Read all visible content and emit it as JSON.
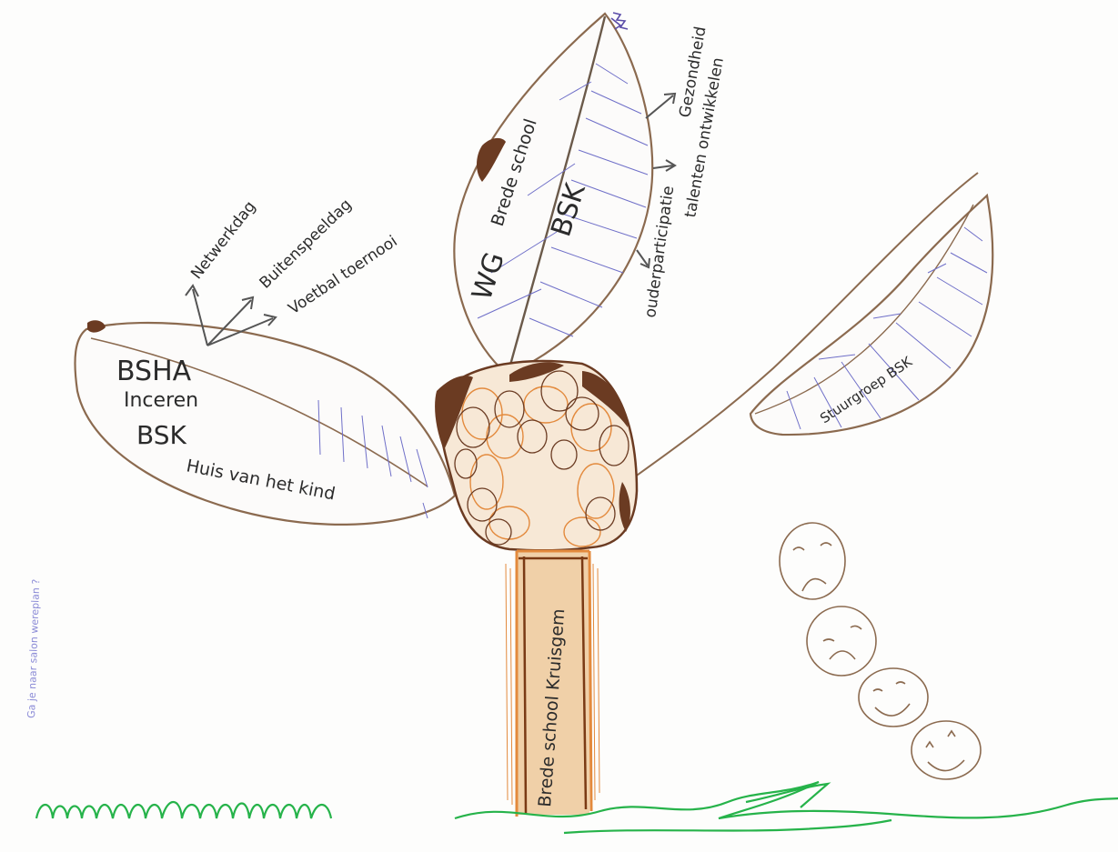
{
  "drawing": {
    "colors": {
      "outline": "#8b6a4f",
      "vein": "#6f6fc8",
      "trunk_fill": "#e38a3d",
      "trunk_dark": "#7a3a14",
      "scribble": "#6b3b22",
      "grass": "#26b34a",
      "ink": "#2b2b2b",
      "note": "#8a8ad6"
    },
    "left_leaf": {
      "line1": "BSHA",
      "line2": "Inceren",
      "line3": "BSK",
      "caption": "Huis van het kind",
      "arrow1": "Netwerkdag",
      "arrow2": "Buitenspeeldag",
      "arrow3": "Voetbal toernooi"
    },
    "top_leaf": {
      "label_wg": "WG",
      "label_school": "Brede school",
      "label_bsk": "BSK",
      "arrow1": "Gezondheid",
      "arrow2": "talenten ontwikkelen",
      "arrow3": "ouderparticipatie"
    },
    "right_leaf": {
      "label": "Stuurgroep BSK"
    },
    "trunk": {
      "label": "Brede school Kruisgem"
    },
    "side_note": "Ga je naar salon wereplan ?",
    "faces_icon": "smiley-faces-icon"
  }
}
